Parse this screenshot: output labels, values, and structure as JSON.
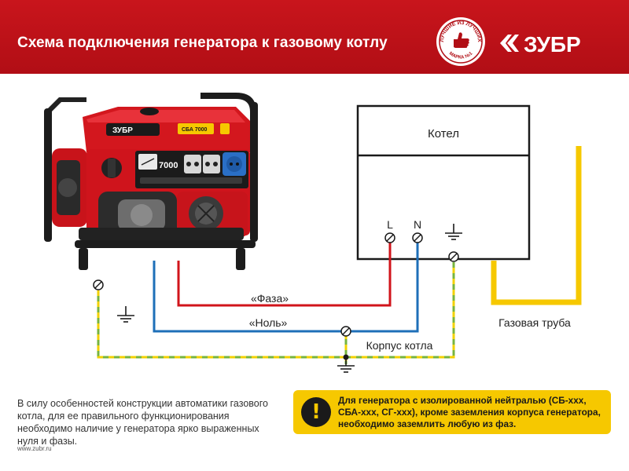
{
  "header": {
    "title": "Схема подключения генератора к газовому котлу",
    "seal_text": "ЛУЧШИЕ ИЗ ЛУЧШИХ",
    "seal_bottom": "МАРКА №1",
    "brand": "ЗУБР"
  },
  "generator": {
    "brand": "ЗУБР",
    "model": "СБА 7000",
    "power": "7000"
  },
  "diagram": {
    "boiler_label": "Котел",
    "terminal_L": "L",
    "terminal_N": "N",
    "phase_label": "«Фаза»",
    "neutral_label": "«Ноль»",
    "body_label": "Корпус котла",
    "gas_pipe_label": "Газовая труба"
  },
  "footer": {
    "info_text": "В силу особенностей конструкции автоматики газового котла, для ее правильного функционирования необходимо наличие у генератора ярко выраженных нуля и фазы.",
    "warning_icon": "!",
    "warning_text": "Для генератора с изолированной нейтралью (СБ-ххх, СБА-ххх, СГ-ххх), кроме заземления корпуса генератора, необходимо заземлить любую из фаз.",
    "url": "www.zubr.ru"
  },
  "colors": {
    "header_red": "#c9151c",
    "phase_wire": "#d1141b",
    "neutral_wire": "#1e6fb8",
    "ground_green": "#77b43f",
    "ground_yellow": "#f2d100",
    "gas_pipe": "#f6c800",
    "warning_bg": "#f6c800"
  },
  "icons": [
    "brand-seal-icon",
    "zubr-logo-icon",
    "ground-symbol-icon",
    "terminal-screw-icon",
    "warning-icon"
  ]
}
